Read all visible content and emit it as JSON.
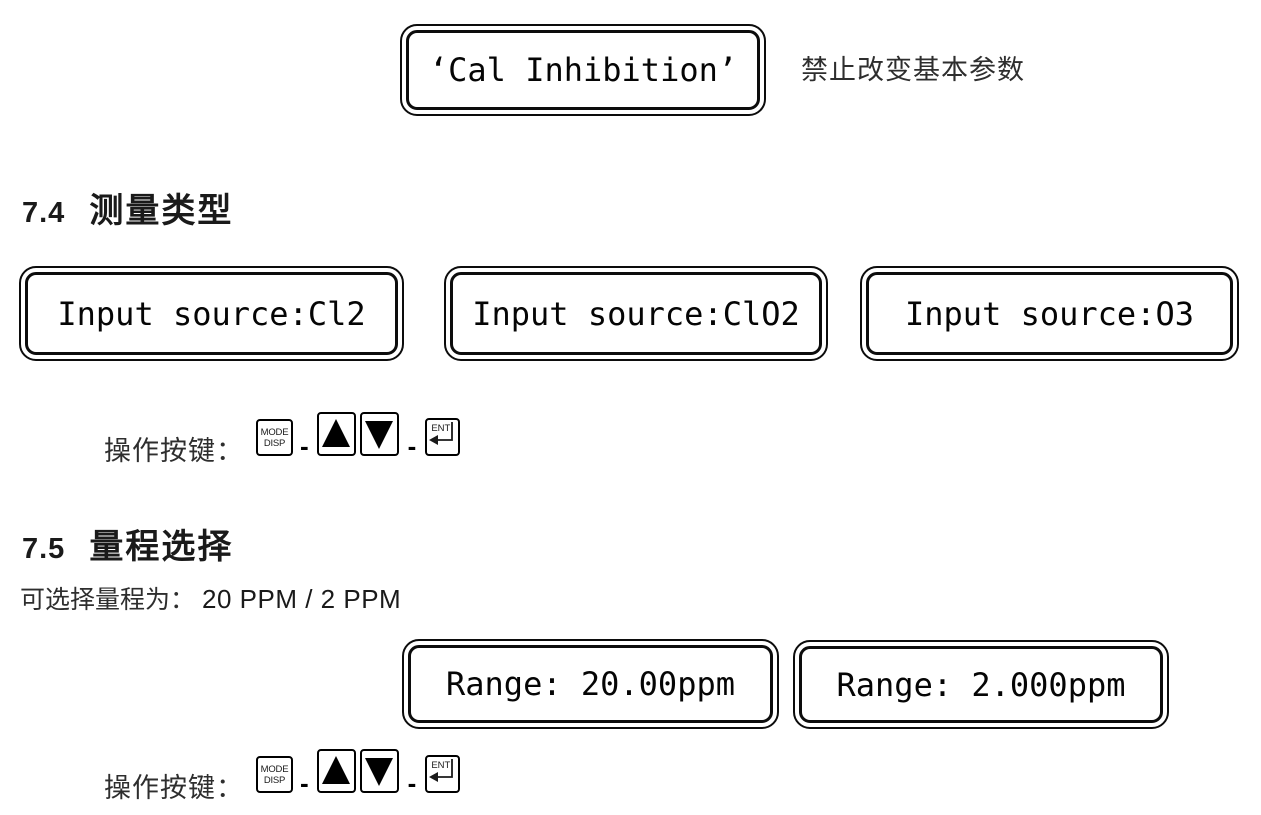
{
  "cal_display": {
    "text": "‘Cal Inhibition’",
    "note": "禁止改变基本参数"
  },
  "section_7_4": {
    "number": "7.4",
    "title": "测量类型"
  },
  "input_displays": [
    "Input source:Cl2",
    "Input source:ClO2",
    "Input source:O3"
  ],
  "keys_row": {
    "label": "操作按键：",
    "mode_key": {
      "line1": "MODE",
      "line2": "DISP"
    },
    "up_key_icon": "up-triangle",
    "down_key_icon": "down-triangle",
    "ent_key": {
      "label": "ENT",
      "icon": "return-arrow"
    },
    "separator": "-"
  },
  "section_7_5": {
    "number": "7.5",
    "title": "量程选择"
  },
  "range_note": {
    "label": "可选择量程为：",
    "value": "20 PPM / 2 PPM"
  },
  "range_displays": [
    "Range: 20.00ppm",
    "Range: 2.000ppm"
  ],
  "colors": {
    "foreground": "#000000",
    "cjk_text": "#2e2e2e",
    "background": "#ffffff"
  }
}
